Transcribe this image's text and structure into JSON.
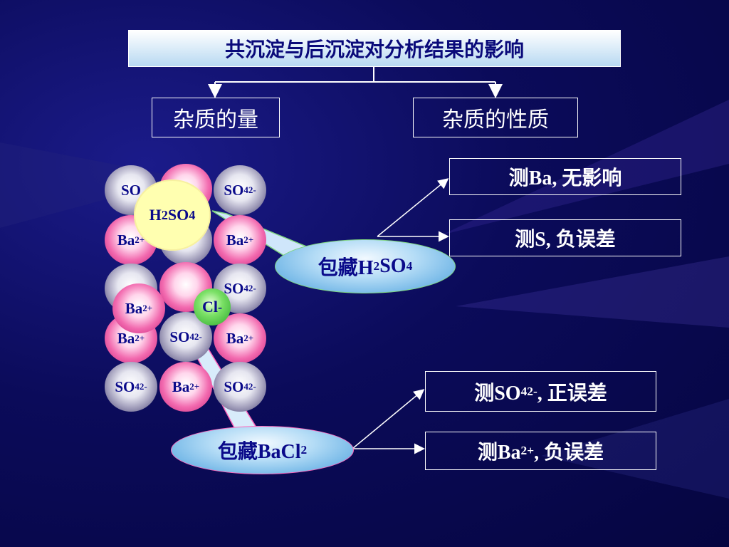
{
  "title": "共沉淀与后沉淀对分析结果的影响",
  "branches": {
    "left": "杂质的量",
    "right": "杂质的性质"
  },
  "results": [
    {
      "main": "测Ba, 无影响"
    },
    {
      "main": "测S, 负误差"
    },
    {
      "pre": "测SO",
      "sub": "4",
      "sup": "2-",
      "post": ", 正误差"
    },
    {
      "pre": "测Ba",
      "sup": "2+",
      "post": ", 负误差"
    }
  ],
  "ions": {
    "so4_base": "SO",
    "so4_sub": "4",
    "so4_sup": "2-",
    "so_partial": "SO",
    "so_partial_sup": "2-",
    "ba_base": "Ba",
    "ba_sup": "2+"
  },
  "inclusions": {
    "h2so4": {
      "a": "H",
      "b": "2",
      "c": "SO",
      "d": "4"
    },
    "cl": {
      "base": "Cl",
      "sup": "-"
    }
  },
  "callouts": {
    "h2so4_label": {
      "pre": "包藏H",
      "sub1": "2",
      "mid": "SO",
      "sub2": "4"
    },
    "bacl2_label": {
      "pre": "包藏BaCl",
      "sub": "2"
    }
  }
}
